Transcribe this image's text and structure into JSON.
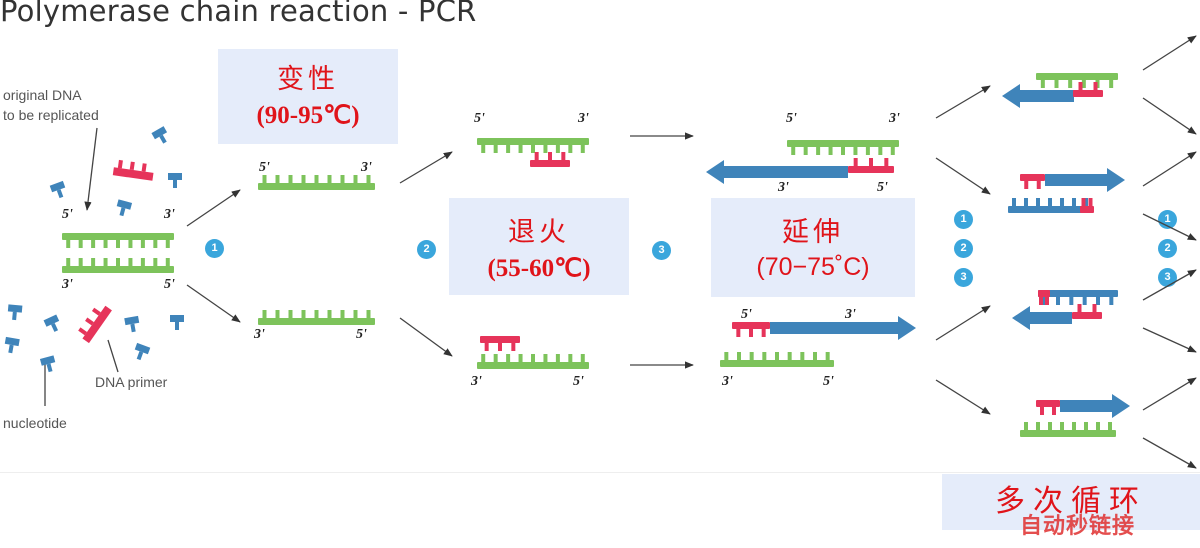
{
  "title": "Polymerase chain reaction - PCR",
  "labels": {
    "original_dna": "original DNA",
    "to_be_replicated": "to be replicated",
    "dna_primer": "DNA primer",
    "nucleotide": "nucleotide"
  },
  "ends": {
    "five_prime": "5'",
    "three_prime": "3'"
  },
  "steps": {
    "denature": {
      "name": "变性",
      "temp": "(90-95℃)"
    },
    "anneal": {
      "name": "退火",
      "temp": "(55-60℃)"
    },
    "extend": {
      "name": "延伸",
      "temp": "(70−75˚C)"
    }
  },
  "step_numbers": [
    "1",
    "2",
    "3"
  ],
  "cycles_label": "多次循环",
  "watermark": "自动秒链接",
  "colors": {
    "template_green": "#7dc35b",
    "primer_red": "#e6345a",
    "new_strand_blue": "#3f84ba",
    "step_circle": "#3aa6dc",
    "label_red": "#e0141a",
    "box_bg": "#e5ecfa"
  }
}
